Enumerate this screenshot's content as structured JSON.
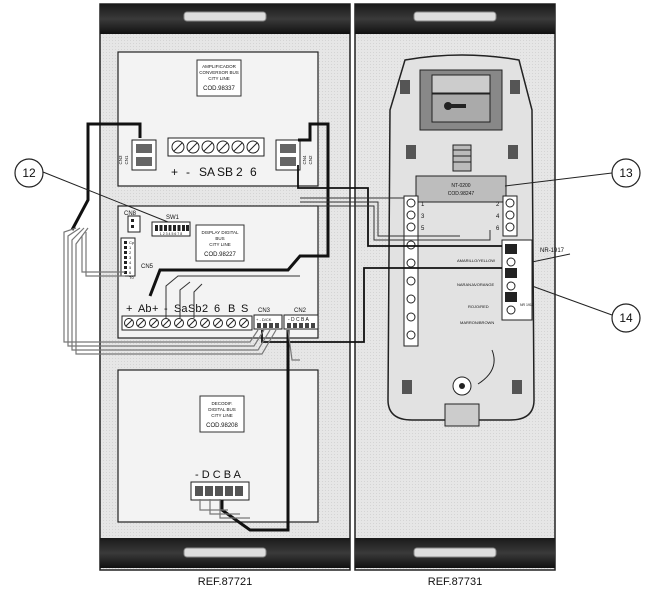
{
  "panels": {
    "left_ref": "REF.87721",
    "right_ref": "REF.87731"
  },
  "modules": {
    "amp": {
      "lines": [
        "AMPLIFICADOR",
        "CONVERSOR BUS",
        "CITY LINE"
      ],
      "code": "COD.98337"
    },
    "display": {
      "lines": [
        "DISPLAY DIGITAL",
        "BUS",
        "CITY LINE"
      ],
      "code": "COD.98227"
    },
    "decoder": {
      "lines": [
        "DECODIF.",
        "DIGITAL BUS",
        "CITY LINE"
      ],
      "code": "COD.98208"
    },
    "phone": {
      "model": "NT-0200",
      "code": "COD.98247"
    }
  },
  "terminals": {
    "amp_strip": [
      "+",
      "-",
      "SA",
      "SB",
      "2",
      "6"
    ],
    "amp_cn1": "CN1",
    "amp_cn3": "CN3",
    "amp_cn4": "CN4",
    "amp_cn2": "CN2",
    "display_strip": [
      "+",
      "Ab",
      "+",
      "-",
      "Sa",
      "Sb",
      "2",
      "6",
      "B",
      "S"
    ],
    "display_sw": "SW1",
    "display_sw_nums": "1 2 3 4 5 6 7 8",
    "display_cn8": "CN8",
    "display_cn5": "CN5",
    "display_cn5_pins": [
      "Cp",
      "1",
      "2",
      "3",
      "4",
      "5",
      "6",
      "T0"
    ],
    "display_cn3": "CN3",
    "display_cn2": "CN2",
    "display_cn3_pins": "+ -  D/CK",
    "display_cn2_pins": "- D C B A",
    "decoder_strip": "- D C B A",
    "phone_left_nums": [
      "1",
      "3",
      "5"
    ],
    "phone_right_nums": [
      "2",
      "4",
      "6"
    ],
    "nr_label": "NR-1917",
    "wire_labels": [
      "AMARILLO/YELLOW",
      "NARANJA/ORANGE",
      "ROJO/RED",
      "MARRON/BROWN"
    ],
    "nr_small": "NR 1917"
  },
  "callouts": [
    "12",
    "13",
    "14"
  ]
}
